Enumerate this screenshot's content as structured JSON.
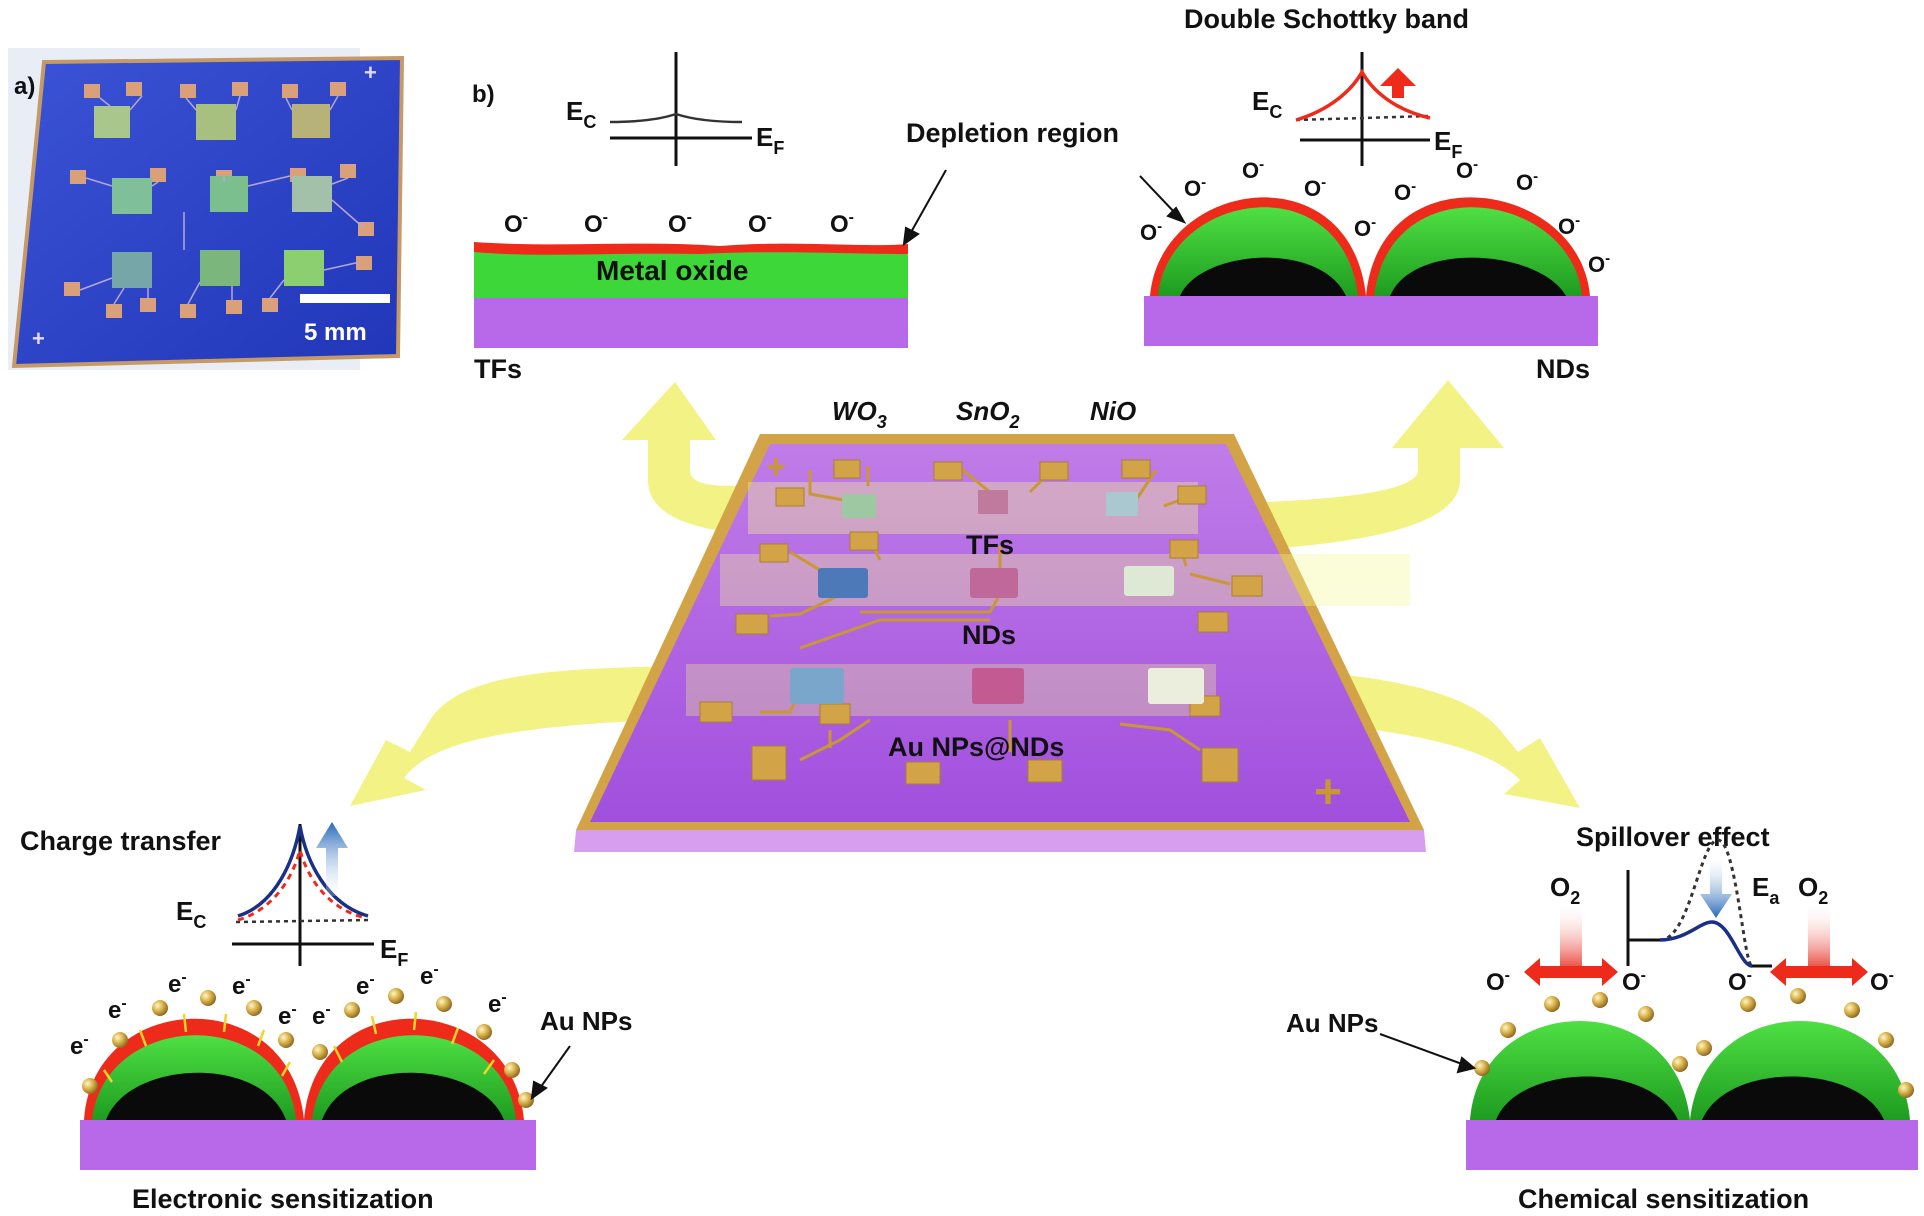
{
  "panel_a": {
    "label": "a)",
    "scale_bar": "5 mm",
    "plus_sign": "+"
  },
  "panel_b": {
    "label": "b)",
    "tf": {
      "ec": "E",
      "ec_sub": "C",
      "ef": "E",
      "ef_sub": "F",
      "ion": "O",
      "ion_sup": "-",
      "layer": "Metal oxide",
      "depletion": "Depletion region",
      "name": "TFs"
    },
    "nd": {
      "title": "Double Schottky band",
      "ec": "E",
      "ec_sub": "C",
      "ef": "E",
      "ef_sub": "F",
      "ion": "O",
      "ion_sup": "-",
      "name": "NDs"
    }
  },
  "chip": {
    "materials": [
      {
        "base": "WO",
        "sub": "3"
      },
      {
        "base": "SnO",
        "sub": "2"
      },
      {
        "base": "NiO",
        "sub": ""
      }
    ],
    "rows": [
      "TFs",
      "NDs",
      "Au NPs@NDs"
    ],
    "plus_sign": "+"
  },
  "electronic": {
    "charge_transfer": "Charge transfer",
    "ec": "E",
    "ec_sub": "C",
    "ef": "E",
    "ef_sub": "F",
    "electron": "e",
    "electron_sup": "-",
    "au_label": "Au NPs",
    "caption": "Electronic sensitization"
  },
  "chemical": {
    "spillover": "Spillover effect",
    "o2": "O",
    "o2_sub": "2",
    "ea": "E",
    "ea_sub": "a",
    "ion": "O",
    "ion_sup": "-",
    "au_label": "Au NPs",
    "caption": "Chemical sensitization"
  },
  "colors": {
    "purple": "#b769ea",
    "green": "#3ed73a",
    "red": "#ee2a1a",
    "gold": "#d8a93c",
    "arrow_yellow": "#f1f27a",
    "chip_blue": "#2c43c9",
    "curve_blue": "#1a2f86"
  }
}
